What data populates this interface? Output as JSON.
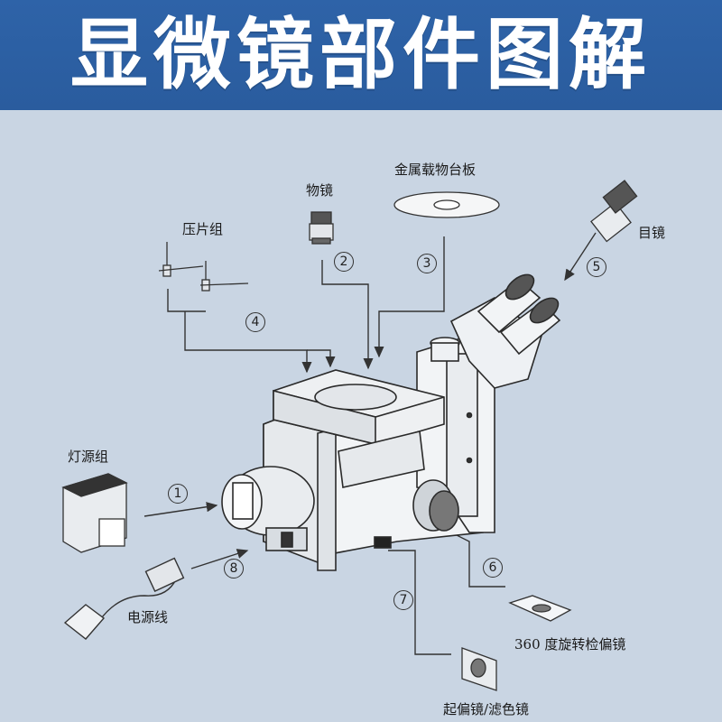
{
  "title": "显微镜部件图解",
  "colors": {
    "banner": "#2e63a8",
    "background": "#c9d5e3",
    "line": "#333333"
  },
  "parts": {
    "stage_plate": "金属载物台板",
    "objective": "物镜",
    "clamp_set": "压片组",
    "eyepiece": "目镜",
    "lamp_set": "灯源组",
    "power_cord": "电源线",
    "rotating_analyzer": "360 度旋转检偏镜",
    "polarizer_filter": "起偏镜/滤色镜"
  },
  "callouts": {
    "n1": "1",
    "n2": "2",
    "n3": "3",
    "n4": "4",
    "n5": "5",
    "n6": "6",
    "n7": "7",
    "n8": "8"
  }
}
